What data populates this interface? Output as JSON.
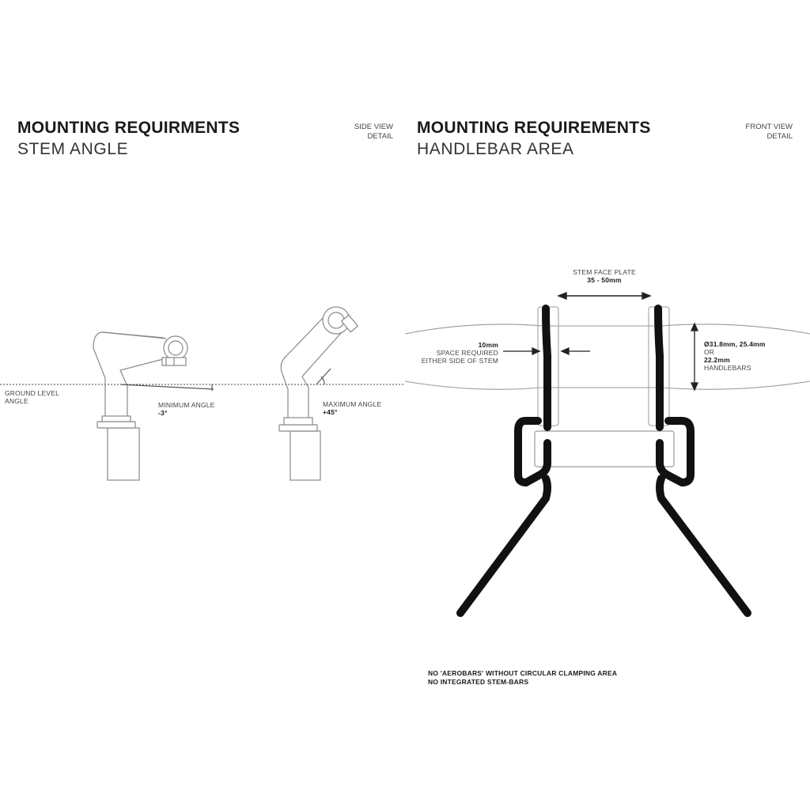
{
  "left_panel": {
    "title": "MOUNTING REQUIRMENTS",
    "subtitle": "STEM ANGLE",
    "view_line1": "SIDE VIEW",
    "view_line2": "DETAIL",
    "ground_line1": "GROUND LEVEL",
    "ground_line2": "ANGLE",
    "min_angle_label": "MINIMUM ANGLE",
    "min_angle_value": "-3°",
    "max_angle_label": "MAXIMUM ANGLE",
    "max_angle_value": "+45°"
  },
  "right_panel": {
    "title": "MOUNTING REQUIREMENTS",
    "subtitle": "HANDLEBAR AREA",
    "view_line1": "FRONT VIEW",
    "view_line2": "DETAIL",
    "faceplate_label": "STEM FACE PLATE",
    "faceplate_value": "35 - 50mm",
    "space_value": "10mm",
    "space_line1": "SPACE REQUIRED",
    "space_line2": "EITHER SIDE OF STEM",
    "bar_value1": "Ø31.8mm, 25.4mm",
    "bar_or": "OR",
    "bar_value2": "22.2mm",
    "bar_label": "HANDLEBARS",
    "note1": "NO 'AEROBARS' WITHOUT CIRCULAR CLAMPING AREA",
    "note2": "NO INTEGRATED STEM-BARS"
  }
}
